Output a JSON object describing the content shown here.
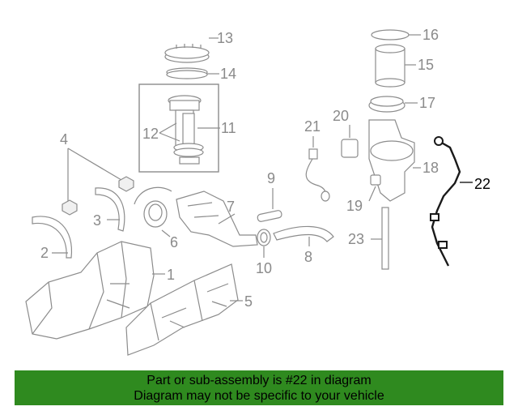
{
  "callouts": {
    "c1": "1",
    "c2": "2",
    "c3": "3",
    "c4": "4",
    "c5": "5",
    "c6": "6",
    "c7": "7",
    "c8": "8",
    "c9": "9",
    "c10": "10",
    "c11": "11",
    "c12": "12",
    "c13": "13",
    "c14": "14",
    "c15": "15",
    "c16": "16",
    "c17": "17",
    "c18": "18",
    "c19": "19",
    "c20": "20",
    "c21": "21",
    "c22": "22",
    "c23": "23"
  },
  "highlighted_part": "22",
  "banner": {
    "line1": "Part or sub-assembly is #22 in diagram",
    "line2": "Diagram may not be specific to your vehicle"
  },
  "colors": {
    "banner_bg": "#2f8a1f",
    "part_stroke": "#8c8c8c",
    "highlight": "#1a1a1a"
  }
}
